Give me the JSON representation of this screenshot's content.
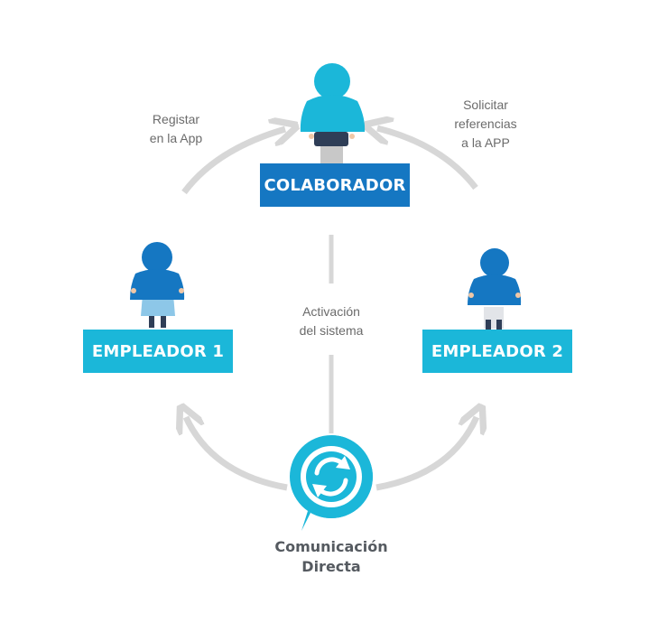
{
  "nodes": {
    "colaborador": "COLABORADOR",
    "empleador1": "EMPLEADOR 1",
    "empleador2": "EMPLEADOR 2"
  },
  "edges": {
    "registrar": "Registar\nen la App",
    "solicitar": "Solicitar\nreferencias\na la APP",
    "activacion": "Activación\ndel sistema"
  },
  "center": {
    "line1": "Comunicación",
    "line2": "Directa",
    "icon": "chat-refresh-icon"
  },
  "colors": {
    "dark_blue": "#1577c2",
    "cyan": "#1bb7d9",
    "arrow_gray": "#d7d7d7",
    "text_gray": "#6b6b6b"
  }
}
